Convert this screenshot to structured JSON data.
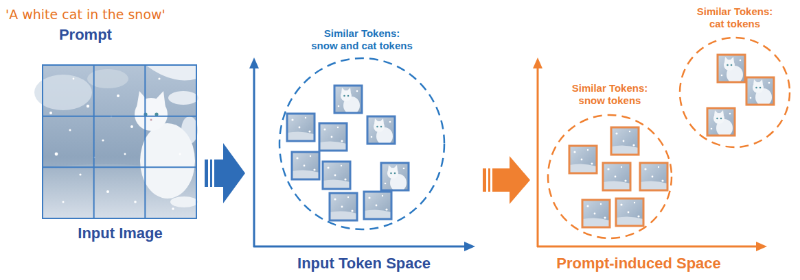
{
  "diagram": {
    "nodes": [
      {
        "text": [
          "Input Image"
        ]
      },
      {
        "text": [
          "Input Token Space"
        ]
      },
      {
        "text": [
          "Similar Tokens: snow and cat tokens"
        ],
        "in": 1
      },
      {
        "text": [
          "Prompt-induced Space"
        ]
      },
      {
        "text": [
          "Similar Tokens: snow tokens"
        ],
        "in": 3
      },
      {
        "text": [
          "Similar Tokens: cat tokens"
        ],
        "in": 3
      }
    ],
    "edges": [
      {
        "from": 0,
        "to": 1,
        "arrow": "to"
      },
      {
        "from": 1,
        "to": 3,
        "arrow": "to"
      }
    ],
    "labels": [
      "'A white cat in the snow'",
      "Prompt"
    ]
  }
}
